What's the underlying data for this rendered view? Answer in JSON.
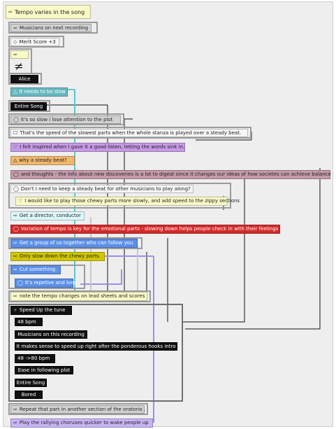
{
  "nodes": {
    "title": "Tempo varies in the song",
    "musicians_next": "Musicians on next recording",
    "merit": "Merit Score +3",
    "neq_symbol": "≠",
    "alice": "Alice",
    "needs_slow": "It needs to be slow",
    "entire_song": "Entire Song",
    "so_slow": "it's so slow i lose attention to the  plot",
    "speed_slowest": "That's the speed of the slowest parts when the whole stanza is played over a steady beat.",
    "inspired": "I felt inspired when I gave it a good listen, letting the words sink in.",
    "why_steady": "why a steady beat?",
    "thoughts": "and thoughts - the info about new discoveries is a lot to digest since it changes our ideas of how societes can achieve balance",
    "dont_need": "Don't I need to keep a steady beat for other musicians to play along?",
    "would_like": "I would like to play those chewy parts more slowly, and add speed to the zippy sections",
    "director": "Get a director, conductor",
    "variation": "Variation of tempo is key for the emotional parts - slowing down helps people check in with their feelings",
    "group": "Get a group of us together who can follow you",
    "only_slow": "Only slow down the chewy parts.",
    "cut": "Cut something.",
    "repetitive": "It's repetive and long.",
    "note_tempo": "note the tempo changes on lead sheets and scores",
    "speed_up": "Speed Up the tune",
    "bpm48": "48 bpm",
    "musicians_this": "Musicians on this recording",
    "sense": "It makes sense to speed up right after the ponderous hooks intro",
    "bpm48_80": "48 ->80 bpm",
    "ease": "Ease in following plot",
    "entire_song2": "Entire Song",
    "bored": "Bored",
    "repeat": "Repeat that part in another section of the oratorio .",
    "rallying": "Play the rallying choruses quicker to wake people up"
  },
  "icons": {
    "argument": "argument-arrow-icon",
    "issue": "circle-issue-icon",
    "pro": "triangle-pro-icon",
    "con": "heart-con-icon",
    "note": "square-note-icon",
    "merit": "diamond-icon",
    "plus": "plus-icon"
  },
  "colors": {
    "canvas": "#eeeeee",
    "black": "#111111",
    "teal": "#67b8c0",
    "purple": "#c79ae6",
    "orange": "#f0b76e",
    "red": "#d32a2a",
    "blue": "#5b8fe8",
    "olive": "#d0c700",
    "link_teal": "#5cc8c8",
    "link_lavender": "#9a8fe8",
    "link_black": "#111111"
  }
}
